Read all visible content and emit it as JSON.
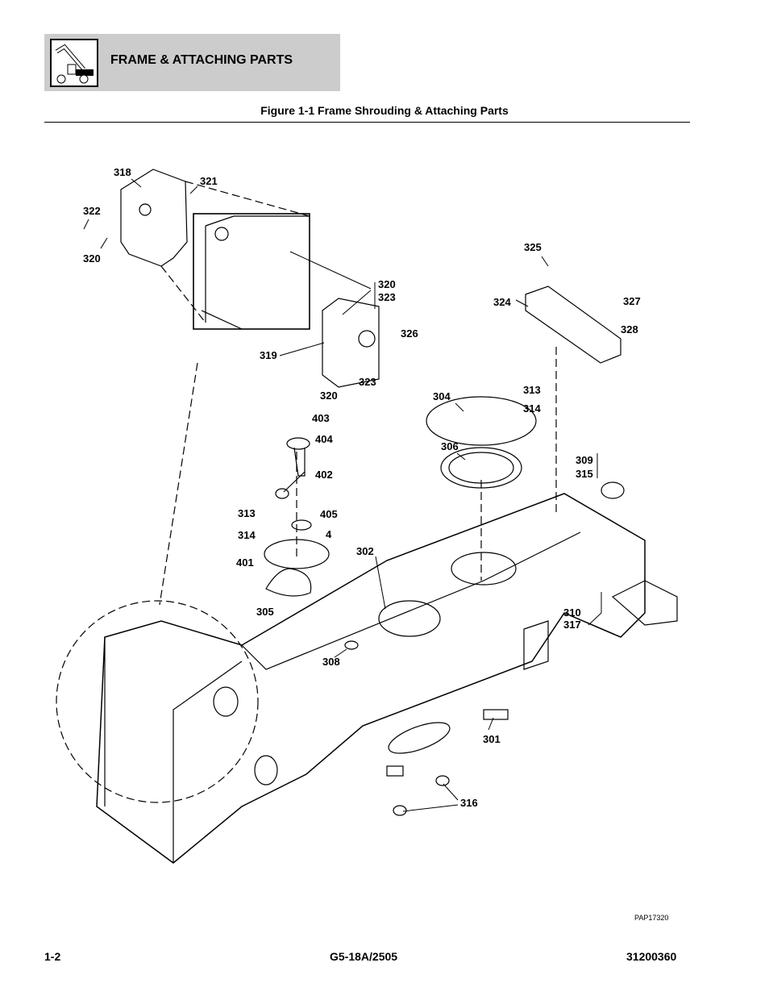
{
  "header": {
    "section_title": "FRAME & ATTACHING PARTS",
    "icon": "telehandler-icon"
  },
  "figure": {
    "title": "Figure 1-1 Frame Shrouding & Attaching Parts",
    "drawing_code": "PAP17320",
    "callouts": [
      "318",
      "321",
      "322",
      "320",
      "320",
      "323",
      "326",
      "319",
      "320",
      "323",
      "325",
      "324",
      "327",
      "328",
      "313",
      "314",
      "304",
      "306",
      "403",
      "404",
      "402",
      "309",
      "315",
      "313",
      "405",
      "314",
      "4",
      "401",
      "302",
      "305",
      "310",
      "317",
      "308",
      "301",
      "316"
    ]
  },
  "footer": {
    "page": "1-2",
    "model": "G5-18A/2505",
    "part_number": "31200360"
  }
}
